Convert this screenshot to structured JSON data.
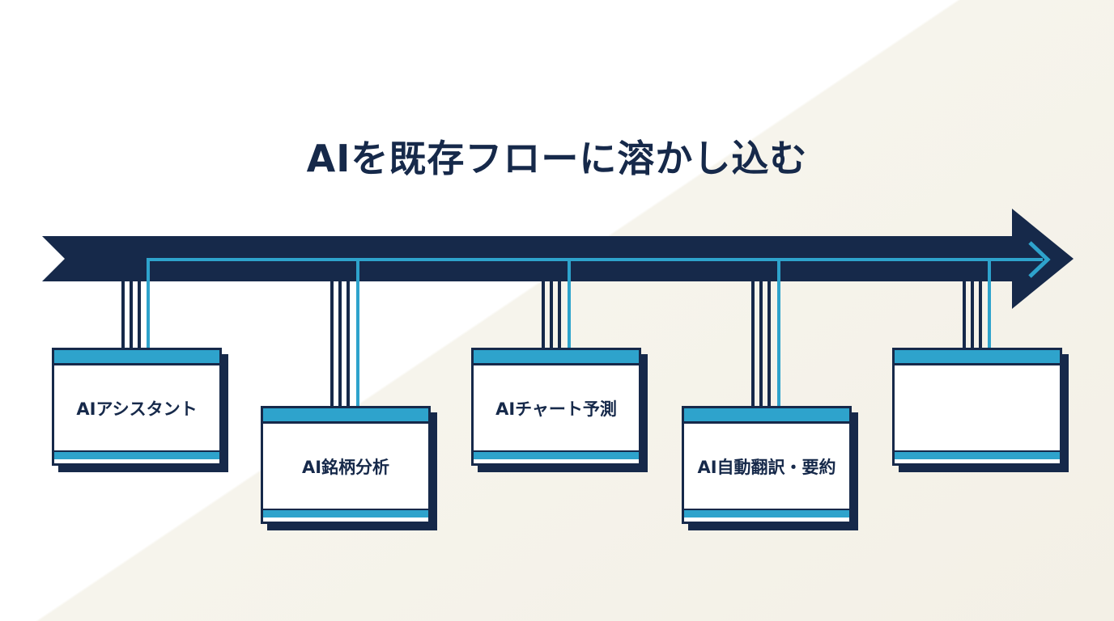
{
  "title": "AIを既存フローに溶かし込む",
  "colors": {
    "navy": "#16294a",
    "accent": "#2ea3cc",
    "background": "#f7f5ee"
  },
  "cards": [
    {
      "label": "AIアシスタント"
    },
    {
      "label": "AI銘柄分析"
    },
    {
      "label": "AIチャート予測"
    },
    {
      "label": "AI自動翻訳・要約"
    },
    {
      "label": ""
    }
  ]
}
